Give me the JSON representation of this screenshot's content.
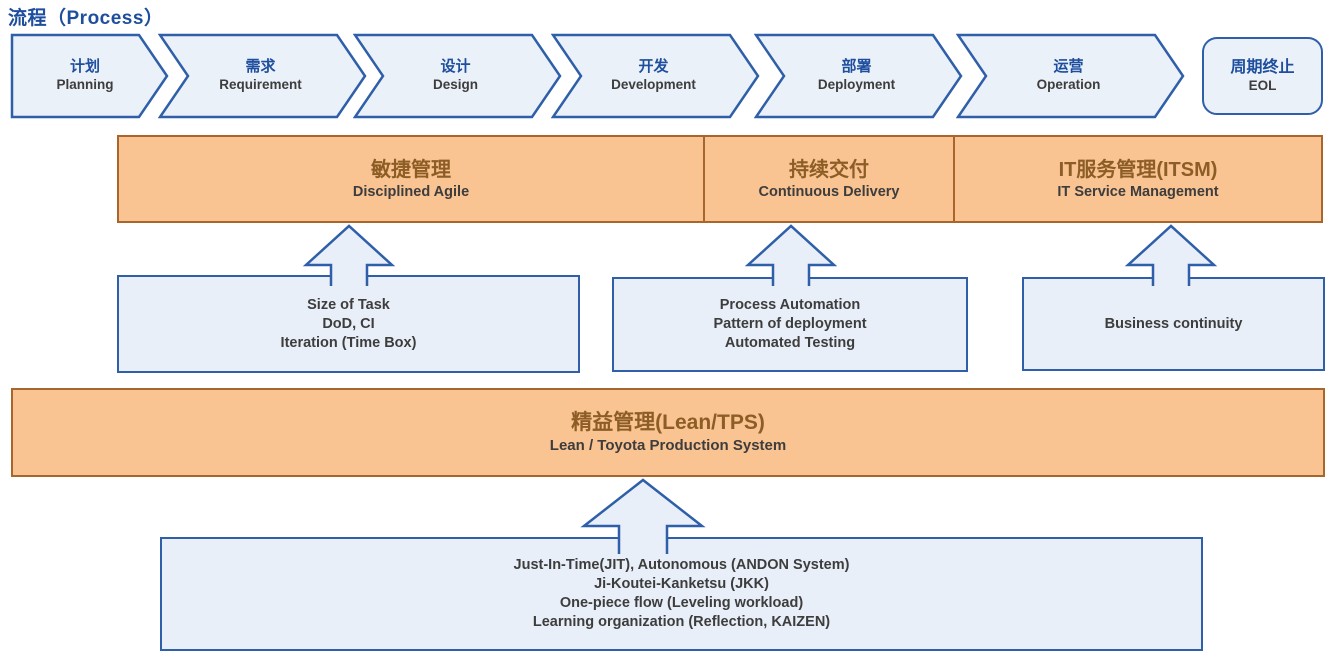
{
  "title": "流程（Process）",
  "colors": {
    "blue_border": "#2E5FA8",
    "light_blue_fill": "#E9EFF8",
    "dark_blue_text": "#1E4E9D",
    "gray_text": "#3D3D3D",
    "orange_fill": "#FAC392",
    "orange_border": "#A8662C",
    "brown_text": "#8C5E26"
  },
  "process_steps": [
    {
      "zh": "计划",
      "en": "Planning"
    },
    {
      "zh": "需求",
      "en": "Requirement"
    },
    {
      "zh": "设计",
      "en": "Design"
    },
    {
      "zh": "开发",
      "en": "Development"
    },
    {
      "zh": "部署",
      "en": "Deployment"
    },
    {
      "zh": "运营",
      "en": "Operation"
    }
  ],
  "eol": {
    "zh": "周期终止",
    "en": "EOL"
  },
  "practice_bands": [
    {
      "zh": "敏捷管理",
      "en": "Disciplined Agile"
    },
    {
      "zh": "持续交付",
      "en": "Continuous Delivery"
    },
    {
      "zh": "IT服务管理(ITSM)",
      "en": "IT Service Management"
    }
  ],
  "technique_boxes": [
    {
      "lines": [
        "Size of Task",
        "DoD, CI",
        "Iteration (Time Box)"
      ]
    },
    {
      "lines": [
        "Process Automation",
        "Pattern of deployment",
        "Automated Testing"
      ]
    },
    {
      "lines": [
        "Business continuity"
      ]
    }
  ],
  "lean_band": {
    "zh": "精益管理(Lean/TPS)",
    "en": "Lean / Toyota Production System"
  },
  "lean_box": {
    "lines": [
      "Just-In-Time(JIT), Autonomous (ANDON System)",
      "Ji-Koutei-Kanketsu (JKK)",
      "One-piece flow (Leveling workload)",
      "Learning organization (Reflection, KAIZEN)"
    ]
  }
}
